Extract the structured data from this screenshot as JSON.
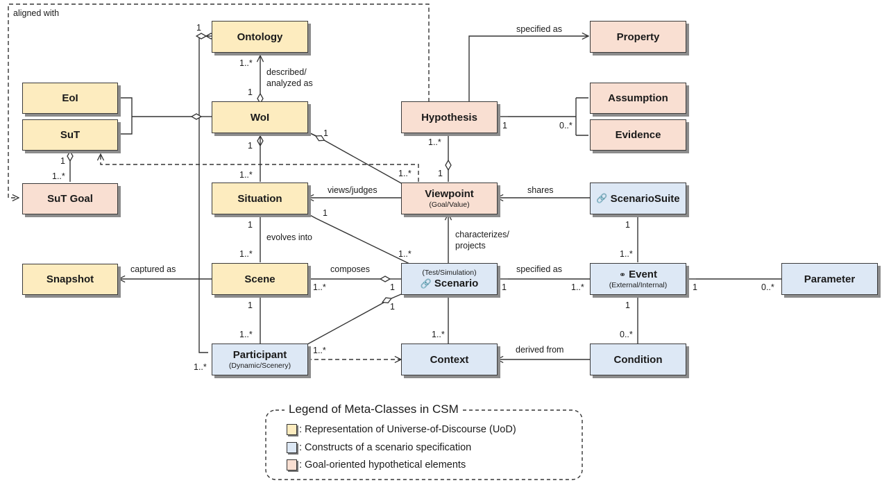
{
  "boxes": {
    "ontology": {
      "label": "Ontology"
    },
    "eoi": {
      "label": "EoI"
    },
    "sut": {
      "label": "SuT"
    },
    "woi": {
      "label": "WoI"
    },
    "sut_goal": {
      "label": "SuT Goal"
    },
    "situation": {
      "label": "Situation"
    },
    "snapshot": {
      "label": "Snapshot"
    },
    "scene": {
      "label": "Scene"
    },
    "participant": {
      "label": "Participant",
      "sub": "(Dynamic/Scenery)"
    },
    "hypothesis": {
      "label": "Hypothesis"
    },
    "property": {
      "label": "Property"
    },
    "assumption": {
      "label": "Assumption"
    },
    "evidence": {
      "label": "Evidence"
    },
    "viewpoint": {
      "label": "Viewpoint",
      "sub": "(Goal/Value)"
    },
    "scenario": {
      "pre": "(Test/Simulation)",
      "label": "Scenario"
    },
    "context": {
      "label": "Context"
    },
    "scenario_suite": {
      "label": "ScenarioSuite"
    },
    "event": {
      "label": "Event",
      "sub": "(External/Internal)"
    },
    "condition": {
      "label": "Condition"
    },
    "parameter": {
      "label": "Parameter"
    }
  },
  "edge_labels": {
    "aligned_with": "aligned with",
    "described_1": "described/",
    "described_2": "analyzed as",
    "specified_as_top": "specified as",
    "views_judges": "views/judges",
    "shares": "shares",
    "evolves_into": "evolves into",
    "characterizes_1": "characterizes/",
    "characterizes_2": "projects",
    "captured_as": "captured as",
    "composes": "composes",
    "specified_as_mid": "specified as",
    "derived_from": "derived from"
  },
  "multiplicities": {
    "ont_left_1": "1",
    "ont_1n": "1..*",
    "woi_1_top": "1",
    "woi_view_1": "1",
    "woi_1_bottom": "1",
    "sit_1n_top": "1..*",
    "sut_1": "1",
    "sutgoal_1n": "1..*",
    "hyp_1": "1",
    "hyp_0n": "0..*",
    "hyp_1n_bottom": "1..*",
    "view_1n_left": "1..*",
    "view_1_bottom": "1",
    "sit_view_1": "1",
    "sit_1_bottom": "1",
    "scene_1n_top": "1..*",
    "scen_1n_left": "1..*",
    "scene_1n_right": "1..*",
    "scen_1_left": "1",
    "scen_1_right": "1",
    "scen_1_bottomleft": "1",
    "scene_1_bottom": "1",
    "part_1n_top": "1..*",
    "part_1n_right": "1..*",
    "part_1n_left": "1..*",
    "ctx_1n": "1..*",
    "suite_1": "1",
    "event_1n_top": "1..*",
    "event_1n_left": "1..*",
    "event_1_right": "1",
    "param_0n": "0..*",
    "event_1_bottom": "1",
    "cond_0n": "0..*"
  },
  "legend": {
    "title": "Legend of Meta-Classes in CSM",
    "items": [
      {
        "label": ": Representation of Universe-of-Discourse (UoD)",
        "color": "#fdecbf"
      },
      {
        "label": ": Constructs of a scenario specification",
        "color": "#dde8f5"
      },
      {
        "label": ": Goal-oriented hypothetical elements",
        "color": "#f9dfd2"
      }
    ]
  },
  "icons": {
    "scenario": "link-icon",
    "scenario_suite": "chain-icon",
    "event": "event-icon"
  }
}
